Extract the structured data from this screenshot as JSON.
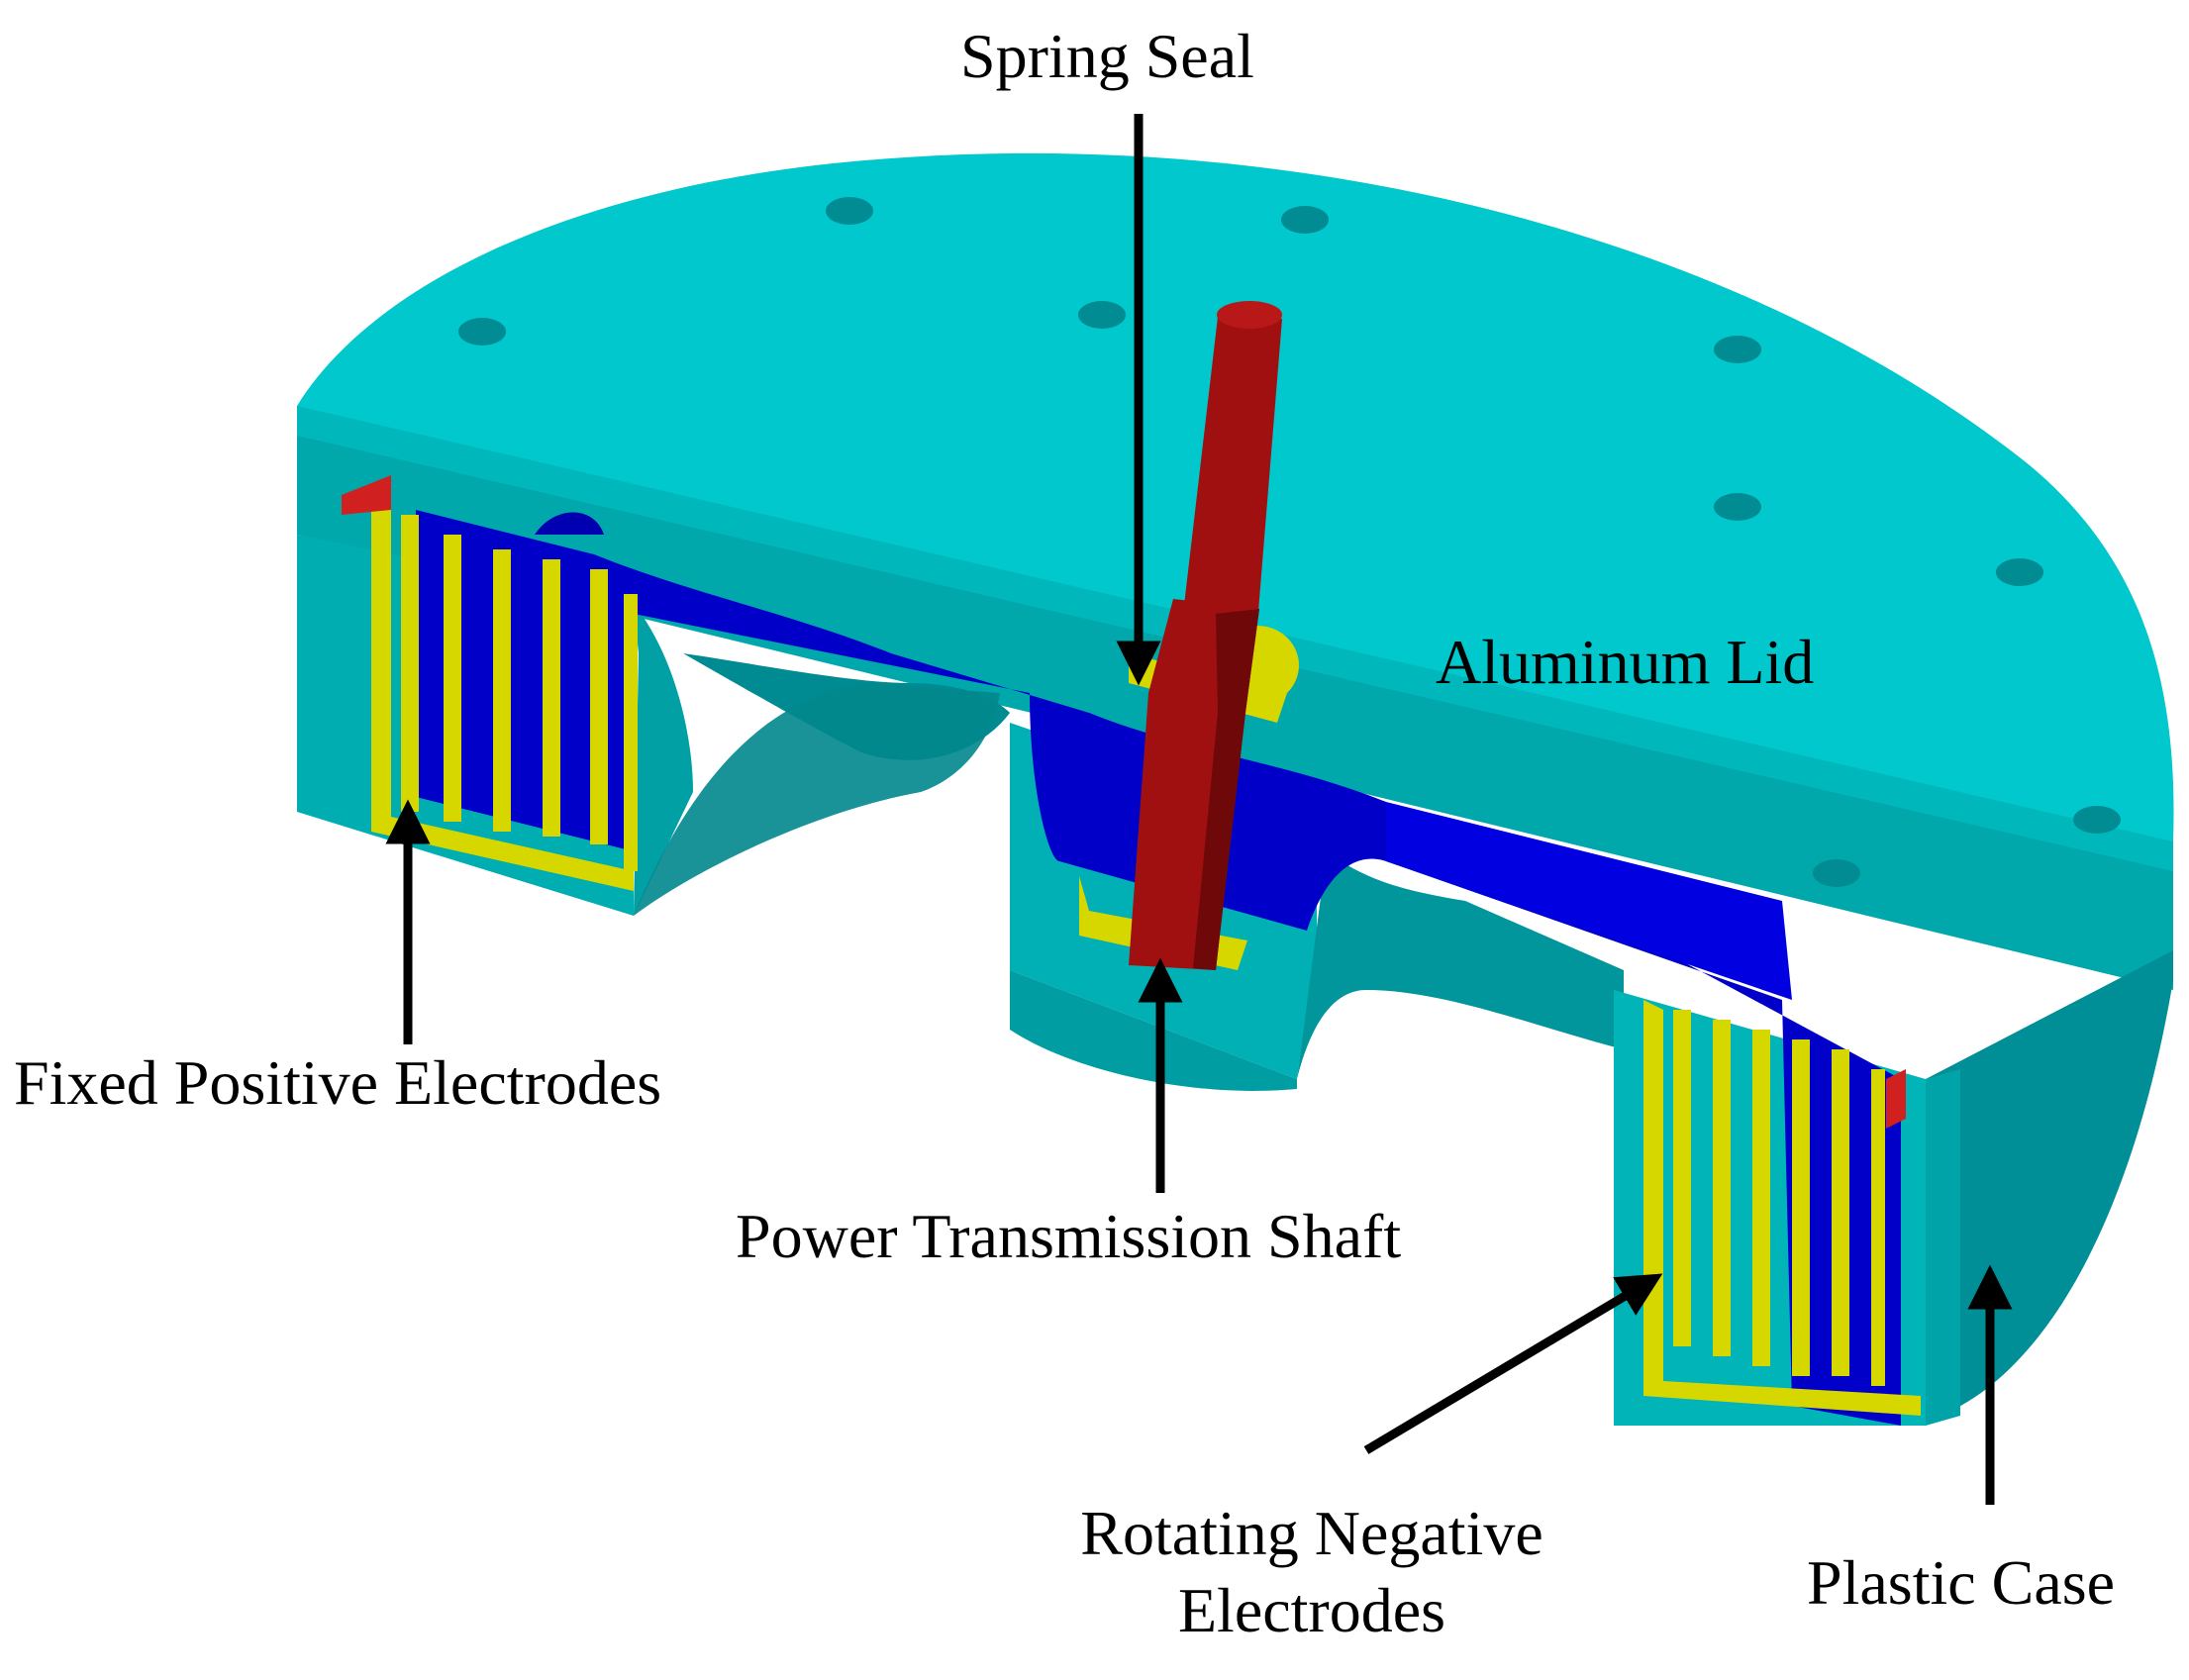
{
  "labels": {
    "spring_seal": "Spring Seal",
    "aluminum_lid": "Aluminum Lid",
    "fixed_positive_electrodes": "Fixed Positive Electrodes",
    "power_transmission_shaft": "Power Transmission Shaft",
    "rotating_negative_electrodes": "Rotating Negative Electrodes",
    "plastic_case": "Plastic Case"
  },
  "colors": {
    "lid": "#00c8cc",
    "lid_side": "#00a8ac",
    "case": "#009ea3",
    "case_dark": "#007f86",
    "electrode_blue": "#0000c8",
    "electrode_yellow": "#d7d700",
    "shaft_red": "#a01010",
    "arrow": "#000000",
    "text": "#000000"
  }
}
